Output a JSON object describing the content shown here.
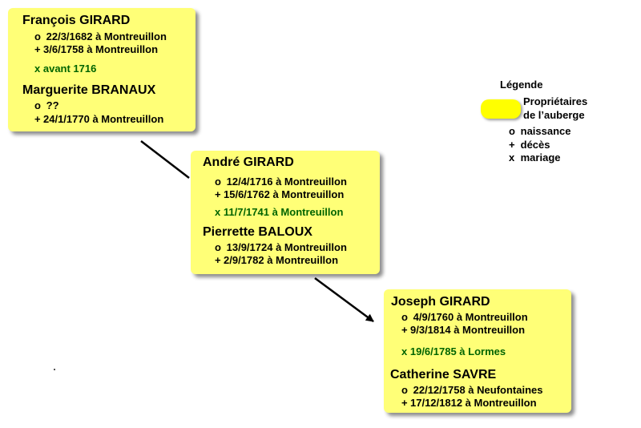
{
  "gen1": {
    "husband": "François GIRARD",
    "h_birth": "22/3/1682 à Montreuillon",
    "h_death": "3/6/1758 à Montreuillon",
    "marriage": "avant 1716",
    "wife": "Marguerite BRANAUX",
    "w_birth": "??",
    "w_death": "24/1/1770 à Montreuillon"
  },
  "gen2": {
    "husband": "André GIRARD",
    "h_birth": "12/4/1716 à Montreuillon",
    "h_death": "15/6/1762 à Montreuillon",
    "marriage": "11/7/1741 à Montreuillon",
    "wife": "Pierrette BALOUX",
    "w_birth": "13/9/1724 à Montreuillon",
    "w_death": "2/9/1782 à Montreuillon"
  },
  "gen3": {
    "husband": "Joseph GIRARD",
    "h_birth": "4/9/1760 à Montreuillon",
    "h_death": "9/3/1814 à Montreuillon",
    "marriage": "19/6/1785 à Lormes",
    "wife": "Catherine SAVRE",
    "w_birth": "22/12/1758 à Neufontaines",
    "w_death": "17/12/1812 à Montreuillon"
  },
  "symbols": {
    "birth": "o",
    "death": "+",
    "marriage": "x"
  },
  "legend": {
    "title": "Légende",
    "owners_line1": "Propriétaires",
    "owners_line2": "de l’auberge",
    "birth_label": "naissance",
    "death_label": "décès",
    "marriage_label": "mariage"
  },
  "colors": {
    "box": "#ffff77",
    "swatch": "#ffff00",
    "marriage_text": "#006400"
  }
}
